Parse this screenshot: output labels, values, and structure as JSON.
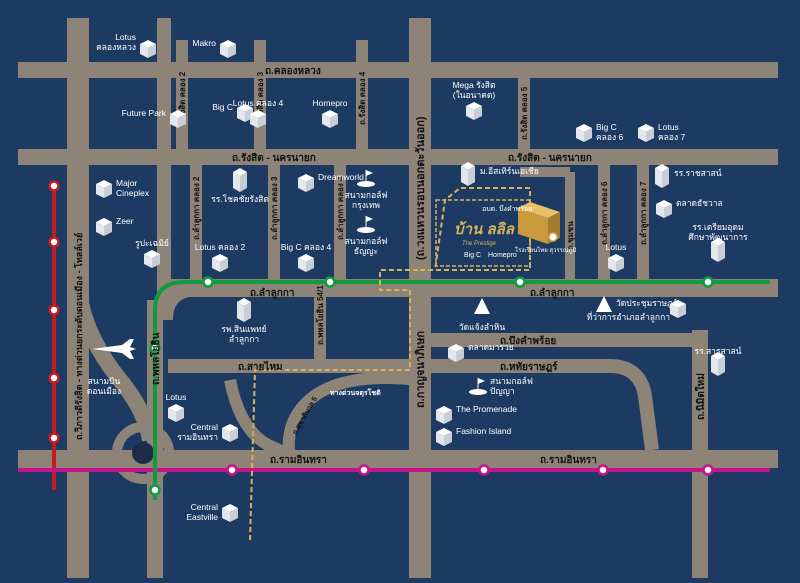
{
  "colors": {
    "background": "#1d3a63",
    "road": "#8d8377",
    "road_edge": "#776e63",
    "green_line": "#129a3c",
    "pink_line": "#c8128c",
    "red_line": "#c21c23",
    "gold": "#d6b25b",
    "label": "#ffffff",
    "road_label": "#111111"
  },
  "roads": {
    "khlong_luang": "ถ.คลองหลวง",
    "rangsit_nakhon_nayok_1": "ถ.รังสิต - นครนายก",
    "rangsit_nakhon_nayok_2": "ถ.รังสิต - นครนายก",
    "lam_luk_ka_1": "ถ.ลำลูกกา",
    "lam_luk_ka_2": "ถ.ลำลูกกา",
    "sai_mai": "ถ.สายไหม",
    "bueng_kham_phroi": "ถ.บึงคำพร้อย",
    "hathai_rat": "ถ.หทัยราษฎร์",
    "ram_inthra_1": "ถ.รามอินทรา",
    "ram_inthra_2": "ถ.รามอินทรา",
    "vibhavadi": "ถ.วิภาวดีรังสิต - ทางด่วนยกระดับดอนเมือง - โทลล์เวย์",
    "phahonyothin": "ถ.พหลโยธิน",
    "outer_ring": "(ถ.วงแหวนรอบนอกตะวันออก)",
    "kanchanaphisek": "ถ.กาญจนาภิเษก",
    "nimit_mai": "ถ.นิมิตใหม่",
    "soi_rangsit_2": "ถ.รังสิต คลอง 2",
    "soi_rangsit_3": "ถ.รังสิต คลอง 3",
    "soi_rangsit_4": "ถ.รังสิต คลอง 4",
    "soi_rangsit_5": "ถ.รังสิต คลอง 5",
    "soi_lamlukka_2": "ถ.ลำลูกกา คลอง 2",
    "soi_lamlukka_3": "ถ.ลำลูกกา คลอง 3",
    "soi_lamlukka_4": "ถ.ลำลูกกา คลอง 4",
    "soi_lamlukka_6": "ถ.ลำลูกกา คลอง 6",
    "soi_lamlukka_7": "ถ.ลำลูกกา คลอง 7",
    "soi_sukhaphiban5": "ถ.สุขาภิบาล 5",
    "soi_phahon": "ถ.พหลโยธิน 54/1",
    "soi_chuem": "ถ.ชุมชน",
    "expressway_note": "ทางด่วนจตุรโชติ",
    "expressway_5": "ถ.สุขาภิบาล 5"
  },
  "project": {
    "name": "บ้าน ลลิล",
    "tagline": "The Prestige",
    "nearby": "อบต. บึงคำพร้อย",
    "big_c": "Big C",
    "homepro": "Homepro",
    "school": "โรงเรียนไทย สุวรรณภูมิ",
    "rangsit_u": "ม.อีสเทิร์นเอเชีย"
  },
  "landmarks": {
    "lotus_khlong_luang": "Lotus\nคลองหลวง",
    "makro": "Makro",
    "future_park": "Future Park",
    "big_c_1": "Big C",
    "lotus_khlong_4": "Lotus คลอง 4",
    "homepro": "Homepro",
    "mega_rangsit": "Mega รังสิต\n(ในอนาคต)",
    "big_c_khlong_6": "Big C\nคลอง 6",
    "lotus_khlong_7": "Lotus\nคลอง 7",
    "major": "Major\nCineplex",
    "school_rangsit": "รร.โชคชัยรังสิต",
    "dreamworld": "Dreamworld",
    "golf_krungthep": "สนามกอล์ฟ\nกรุงเทพ",
    "eastern_asia": "ม.อีสเทิร์นเอเชีย",
    "saint_school": "รร.ราชสาสน์",
    "market_khlong": "ตลาดธัชวาล",
    "school_udom": "รร.เตรียมอุดม\nศึกษาพัฒนาการ",
    "zeer": "Zeer",
    "rangsit_comm": "รูปะเฉมิย์",
    "lotus_khlong_2": "Lotus คลอง 2",
    "big_c_khlong_4": "Big C คลอง 4",
    "golf_thanya": "สนามกอล์ฟ\nธัญญะ",
    "lotus_right": "Lotus",
    "hosp_sinphaet": "รพ.สินแพทย์\nลำลูกกา",
    "wat_chaeng": "วัดแจ้งลำหิน",
    "wat_pracha": "วัดประชุมราษฎร์",
    "district_office": "ที่ว่าการอำเภอลำลูกกา",
    "school_sarn": "รร.สารสาสน์",
    "market_sai": "ตลาดมารวย",
    "airport": "สนามบิน\nดอนเมือง",
    "lotus_sai": "Lotus",
    "golf_panya": "สนามกอล์ฟ\nปัญญา",
    "promenade": "The Promenade",
    "fashion": "Fashion Island",
    "central_ram": "Central\nรามอินทรา",
    "central_east": "Central\nEastville"
  }
}
